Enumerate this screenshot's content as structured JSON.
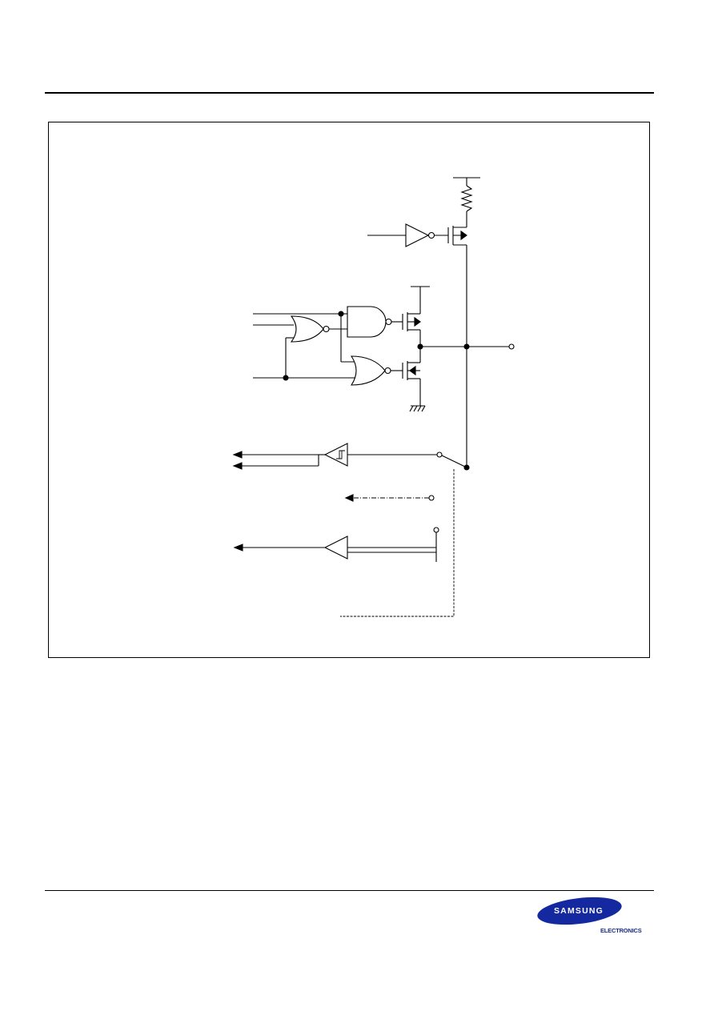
{
  "header": {
    "rule": "top-rule"
  },
  "figure": {
    "kind": "io-port-circuit-schematic",
    "labels_visible": false
  },
  "footer": {
    "logo": {
      "brand": "SAMSUNG",
      "sub": "ELECTRONICS",
      "color": "#1428a0"
    }
  }
}
